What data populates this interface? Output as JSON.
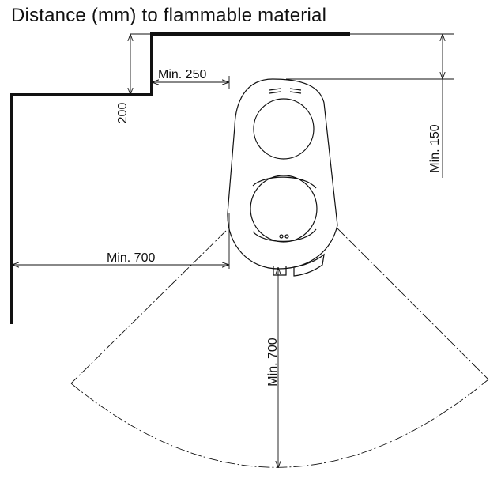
{
  "title": "Distance (mm) to flammable material",
  "dimensions": {
    "wall_step_height": "200",
    "side_clearance": "Min. 250",
    "rear_clearance": "Min. 150",
    "left_front_clearance": "Min. 700",
    "front_clearance": "Min. 700"
  },
  "colors": {
    "line": "#111111",
    "background": "#ffffff"
  }
}
